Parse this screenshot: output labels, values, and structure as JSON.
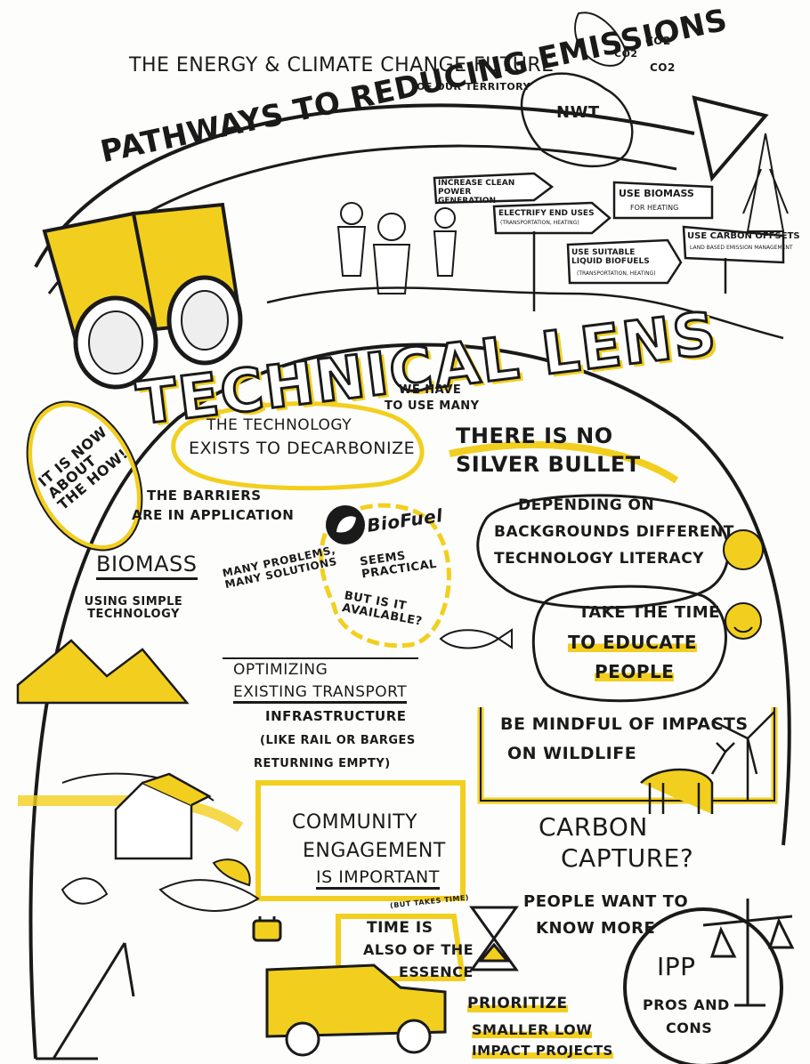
{
  "header": {
    "line1_part1": "THE ENERGY & CLIMATE CHANGE FUTURE",
    "line1_part2": "OF OUR TERRITORY",
    "pathways": "PATHWAYS TO REDUCING EMISSIONS",
    "region": "NWT",
    "co2_a": "CO2",
    "co2_b": "CO2",
    "co2_c": "CO2"
  },
  "signs": {
    "clean_power": "INCREASE CLEAN POWER GENERATION",
    "electrify": "ELECTRIFY END USES",
    "electrify_sub": "(TRANSPORTATION, HEATING)",
    "biomass_heating": "USE BIOMASS",
    "biomass_heating_sub": "FOR HEATING",
    "carbon_offsets": "USE CARBON OFFSETS",
    "carbon_offsets_sub": "LAND BASED EMISSION MANAGEMENT",
    "biofuels": "USE SUITABLE LIQUID BIOFUELS",
    "biofuels_sub": "(TRANSPORTATION, HEATING)"
  },
  "lens_title": "TECHNICAL LENS",
  "notes": {
    "now_about_how": "IT IS NOW ABOUT THE HOW!",
    "tech_exists_1": "THE TECHNOLOGY",
    "tech_exists_2": "EXISTS TO DECARBONIZE",
    "use_many_1": "WE HAVE",
    "use_many_2": "TO USE MANY",
    "barriers_1": "THE BARRIERS",
    "barriers_2": "ARE IN APPLICATION",
    "many_problems": "MANY PROBLEMS, MANY SOLUTIONS",
    "biofuel": "BioFuel",
    "seems_practical": "SEEMS PRACTICAL",
    "available": "BUT IS IT AVAILABLE?",
    "biomass": "BIOMASS",
    "simple_tech": "USING SIMPLE TECHNOLOGY",
    "no_silver_1": "THERE IS NO",
    "no_silver_2": "SILVER BULLET",
    "depending_1": "DEPENDING ON",
    "depending_2": "BACKGROUNDS DIFFERENT",
    "depending_3": "TECHNOLOGY LITERACY",
    "educate_1": "TAKE THE TIME",
    "educate_2": "TO EDUCATE",
    "educate_3": "PEOPLE",
    "optimizing_1": "OPTIMIZING",
    "optimizing_2": "EXISTING TRANSPORT",
    "optimizing_3": "INFRASTRUCTURE",
    "optimizing_4": "(LIKE RAIL OR BARGES",
    "optimizing_5": "RETURNING EMPTY)",
    "wildlife_1": "BE MINDFUL OF IMPACTS",
    "wildlife_2": "ON WILDLIFE",
    "community_1": "COMMUNITY",
    "community_2": "ENGAGEMENT",
    "community_3": "IS IMPORTANT",
    "takes_time": "(BUT TAKES TIME)",
    "essence_1": "TIME IS",
    "essence_2": "ALSO OF THE",
    "essence_3": "ESSENCE",
    "carbon_1": "CARBON",
    "carbon_2": "CAPTURE?",
    "people_want_1": "PEOPLE WANT TO",
    "people_want_2": "KNOW MORE",
    "ipp": "IPP",
    "pros_cons_1": "PROS AND",
    "pros_cons_2": "CONS",
    "prioritize_1": "PRIORITIZE",
    "prioritize_2": "SMALLER LOW",
    "prioritize_3": "IMPACT PROJECTS"
  },
  "colors": {
    "ink": "#1a1a1a",
    "highlight": "#f2cf1f",
    "paper": "#fdfdfb"
  },
  "icons": [
    "binoculars-icon",
    "leaf-icon",
    "hourglass-icon",
    "scales-icon",
    "fish-icon",
    "caribou-icon",
    "wind-turbine-icon",
    "plug-icon",
    "truck-icon",
    "crane-icon"
  ]
}
